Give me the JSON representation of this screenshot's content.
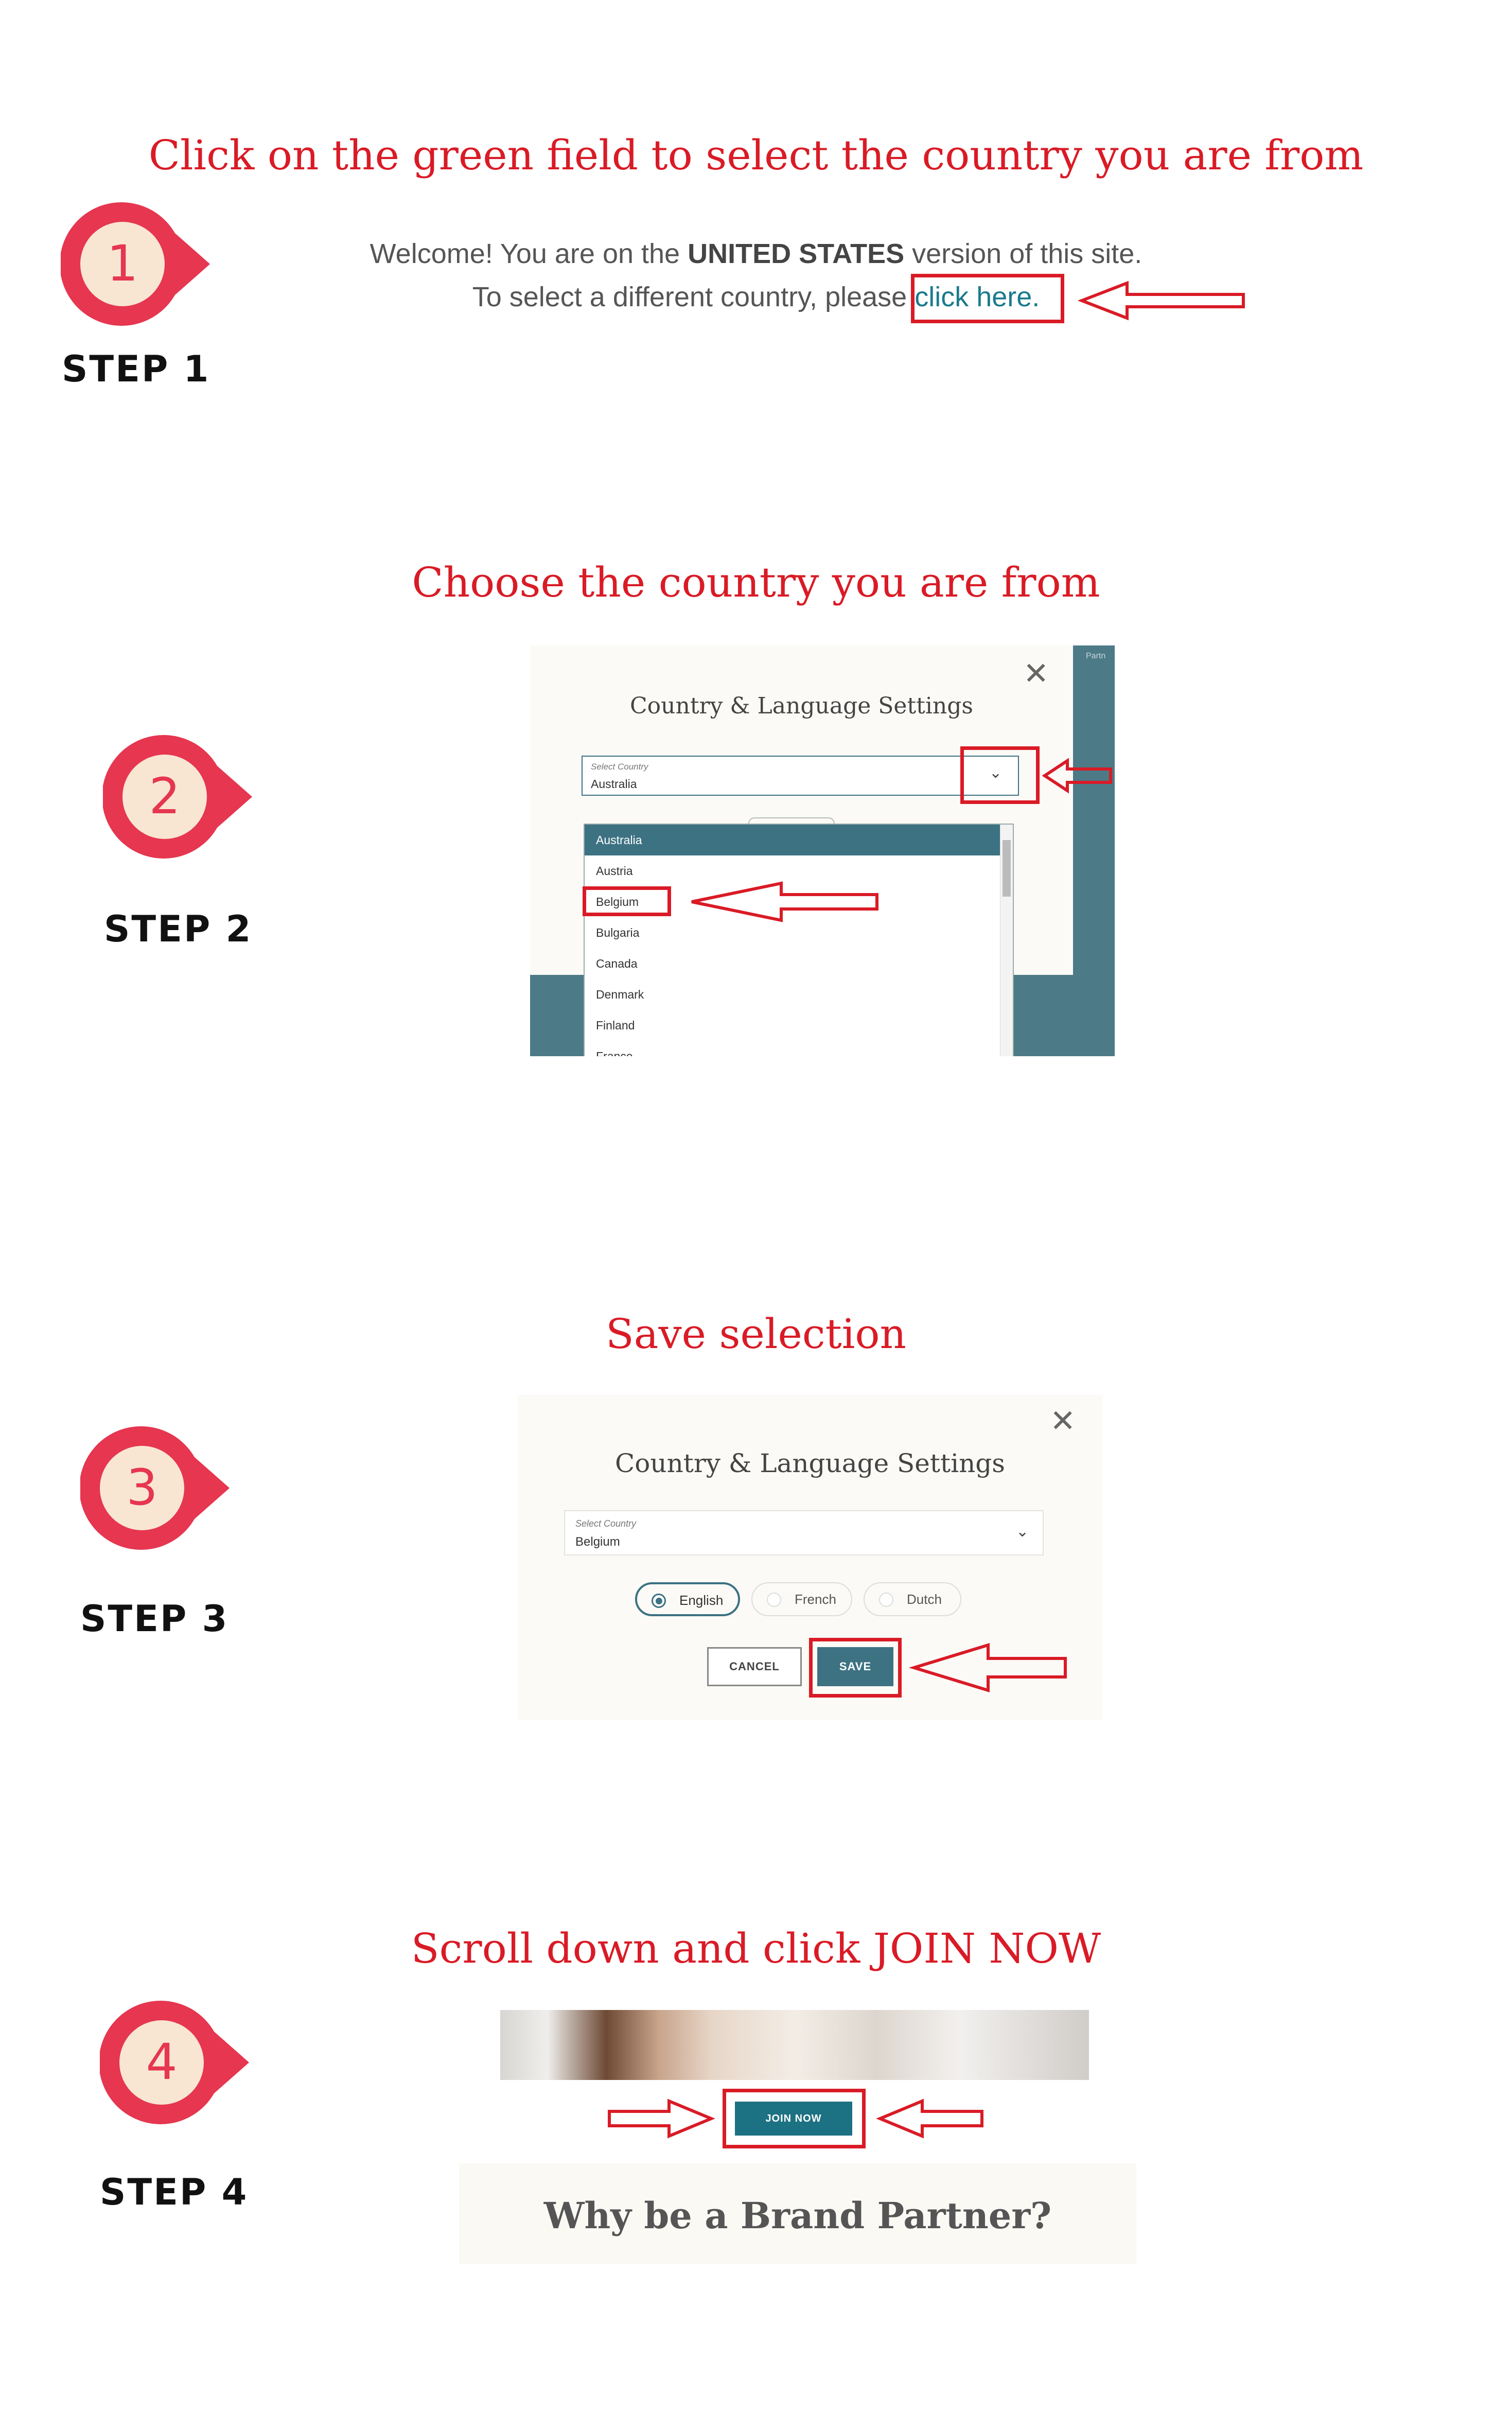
{
  "steps": [
    {
      "number": "1",
      "label": "STEP 1",
      "instruction": "Click on the green field to select the country you are from"
    },
    {
      "number": "2",
      "label": "STEP 2",
      "instruction": "Choose the country you are from"
    },
    {
      "number": "3",
      "label": "STEP 3",
      "instruction": "Save selection"
    },
    {
      "number": "4",
      "label": "STEP 4",
      "instruction": "Scroll down and click JOIN NOW"
    }
  ],
  "welcome": {
    "line1_prefix": "Welcome! You are on the ",
    "line1_country": "UNITED STATES",
    "line1_suffix": " version of this site.",
    "line2_prefix": "To select a different country, please ",
    "link_text": "click here."
  },
  "modal_step2": {
    "title": "Country & Language Settings",
    "select_label": "Select Country",
    "select_value": "Australia",
    "corner_text": "Partn",
    "options": [
      "Australia",
      "Austria",
      "Belgium",
      "Bulgaria",
      "Canada",
      "Denmark",
      "Finland",
      "France"
    ]
  },
  "modal_step3": {
    "title": "Country & Language Settings",
    "select_label": "Select Country",
    "select_value": "Belgium",
    "languages": [
      "English",
      "French",
      "Dutch"
    ],
    "selected_language": "English",
    "cancel_label": "CANCEL",
    "save_label": "SAVE"
  },
  "step4": {
    "join_label": "JOIN NOW",
    "section_title": "Why be a Brand Partner?"
  },
  "colors": {
    "accent_red": "#d91b26",
    "badge_red": "#e63650",
    "badge_cream": "#f8e6d3",
    "teal": "#3d7283",
    "link": "#1a7a8c"
  },
  "icons": [
    "close-icon",
    "chevron-down-icon",
    "arrow-left-icon",
    "arrow-right-icon",
    "location-pin-icon"
  ]
}
